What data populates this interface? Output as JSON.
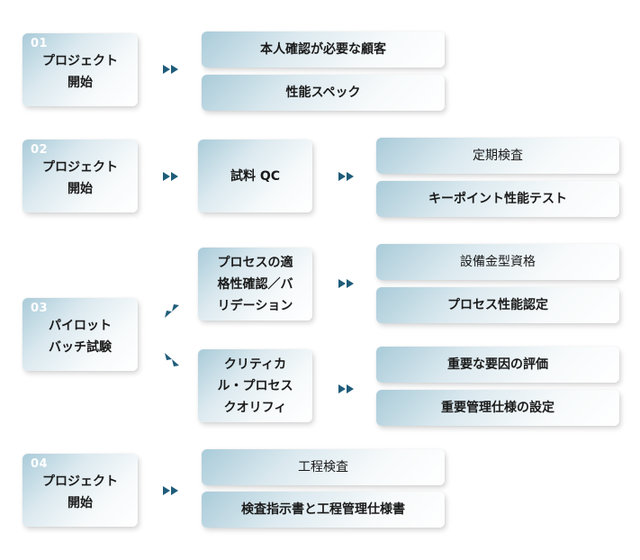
{
  "stages": [
    {
      "number": "01",
      "label_lines": [
        "プロジェクト",
        "開始"
      ],
      "items": [
        "本人確認が必要な顧客",
        "性能スペック"
      ]
    },
    {
      "number": "02",
      "label_lines": [
        "プロジェクト",
        "開始"
      ],
      "middle": "試料 QC",
      "items": [
        "定期検査",
        "キーポイント性能テスト"
      ]
    },
    {
      "number": "03",
      "label_lines": [
        "パイロット",
        "バッチ試験"
      ],
      "branches": [
        {
          "middle_lines": [
            "プロセスの適",
            "格性確認／バ",
            "リデーション"
          ],
          "items": [
            "設備金型資格",
            "プロセス性能認定"
          ]
        },
        {
          "middle_lines": [
            "クリティカ",
            "ル・プロセス",
            "クオリフィ"
          ],
          "items": [
            "重要な要因の評価",
            "重要管理仕様の設定"
          ]
        }
      ]
    },
    {
      "number": "04",
      "label_lines": [
        "プロジェクト",
        "開始"
      ],
      "items": [
        "工程検査",
        "検査指示書と工程管理仕様書"
      ]
    }
  ],
  "colors": {
    "arrow": "#1f5c7a",
    "box_gradient_start": "#a9cbd9",
    "box_gradient_end": "#ffffff",
    "number_text": "#ffffff"
  },
  "icons": {
    "flow_arrow": "double-right-triangle",
    "branch_up": "diagonal-up-right-arrow",
    "branch_down": "diagonal-down-right-arrow"
  }
}
